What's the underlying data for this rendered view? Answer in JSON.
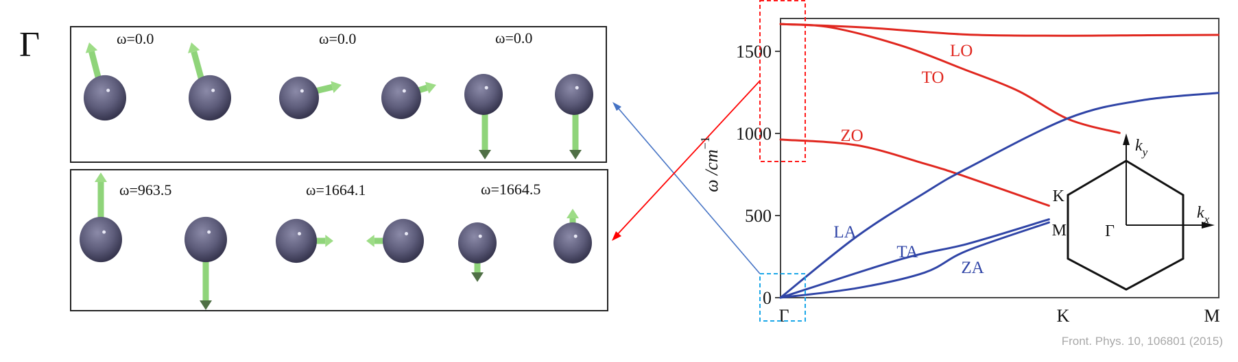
{
  "figure": {
    "point_label": "Γ",
    "citation": "Front. Phys. 10, 106801 (2015)"
  },
  "mode_panels": [
    {
      "modes": [
        {
          "label": "ω=0.0"
        },
        {
          "label": "ω=0.0"
        },
        {
          "label": "ω=0.0"
        }
      ]
    },
    {
      "modes": [
        {
          "label": "ω=963.5"
        },
        {
          "label": "ω=1664.1"
        },
        {
          "label": "ω=1664.5"
        }
      ]
    }
  ],
  "inset": {
    "K": "K",
    "M": "M",
    "Gamma": "Γ",
    "ky": {
      "base": "k",
      "sub": "y"
    },
    "kx": {
      "base": "k",
      "sub": "x"
    }
  },
  "colors": {
    "optical": "#e0271f",
    "acoustic": "#2f44a6",
    "highlight_box_optical": "#ff1a1a",
    "highlight_box_acoustic": "#1aa7e8",
    "link_optical": "#ff0000",
    "link_acoustic": "#4472c4"
  },
  "chart_data": {
    "type": "line",
    "title": "",
    "xlabel": "",
    "ylabel": {
      "main": "ω /cm",
      "exp": "−1"
    },
    "xlim": [
      0,
      1.55
    ],
    "ylim": [
      0,
      1700
    ],
    "grid": false,
    "x_ticks": [
      {
        "label": "Γ",
        "value": 0
      },
      {
        "label": "K",
        "value": 1
      },
      {
        "label": "M",
        "value": 1.55
      }
    ],
    "y_ticks": [
      {
        "label": "0",
        "value": 0
      },
      {
        "label": "500",
        "value": 500
      },
      {
        "label": "1000",
        "value": 1000
      },
      {
        "label": "1500",
        "value": 1500
      }
    ],
    "series": [
      {
        "name": "LO",
        "group": "optical",
        "points": [
          [
            0,
            1666
          ],
          [
            0.3,
            1645
          ],
          [
            0.66,
            1602
          ],
          [
            1.0,
            1595
          ],
          [
            1.3,
            1598
          ],
          [
            1.55,
            1600
          ]
        ]
      },
      {
        "name": "TO",
        "group": "optical",
        "points": [
          [
            0,
            1666
          ],
          [
            0.18,
            1645
          ],
          [
            0.43,
            1533
          ],
          [
            0.65,
            1390
          ],
          [
            0.84,
            1260
          ],
          [
            1.02,
            1086
          ],
          [
            1.2,
            1003
          ]
        ]
      },
      {
        "name": "ZO",
        "group": "optical",
        "points": [
          [
            0,
            963
          ],
          [
            0.27,
            928
          ],
          [
            0.51,
            816
          ],
          [
            0.65,
            740
          ],
          [
            0.95,
            560
          ]
        ]
      },
      {
        "name": "LA",
        "group": "acoustic",
        "points": [
          [
            0,
            0
          ],
          [
            0.27,
            373
          ],
          [
            0.51,
            638
          ],
          [
            0.66,
            787
          ],
          [
            1.02,
            1094
          ],
          [
            1.28,
            1202
          ],
          [
            1.55,
            1247
          ]
        ]
      },
      {
        "name": "TA",
        "group": "acoustic",
        "points": [
          [
            0,
            0
          ],
          [
            0.43,
            236
          ],
          [
            0.66,
            327
          ],
          [
            0.95,
            477
          ]
        ]
      },
      {
        "name": "ZA",
        "group": "acoustic",
        "points": [
          [
            0,
            0
          ],
          [
            0.27,
            58
          ],
          [
            0.51,
            153
          ],
          [
            0.66,
            286
          ],
          [
            0.95,
            458
          ]
        ]
      }
    ]
  }
}
